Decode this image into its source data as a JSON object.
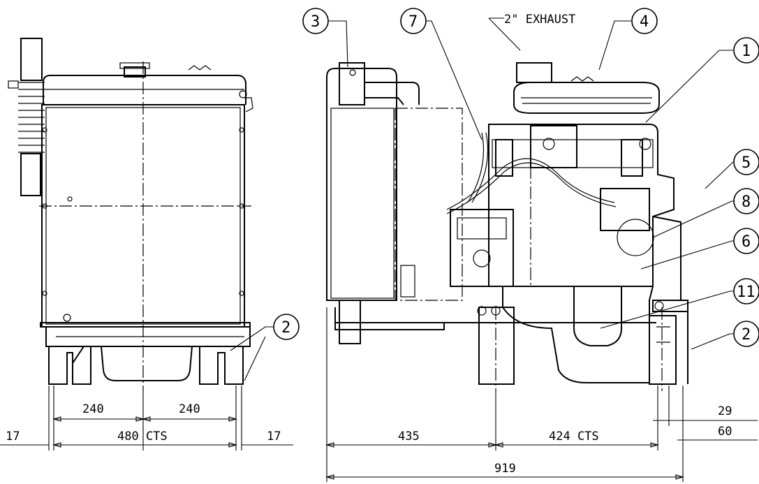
{
  "labels": {
    "exhaust": "2\" EXHAUST"
  },
  "callouts": [
    "1",
    "2",
    "3",
    "4",
    "5",
    "6",
    "7",
    "8",
    "11",
    "2"
  ],
  "dimensions": {
    "left_half_a": "240",
    "left_half_b": "240",
    "left_cts": "480 CTS",
    "left_edge_a": "17",
    "left_edge_b": "17",
    "right_front": "435",
    "right_cts": "424 CTS",
    "right_total": "919",
    "right_offset_a": "29",
    "right_offset_b": "60"
  }
}
